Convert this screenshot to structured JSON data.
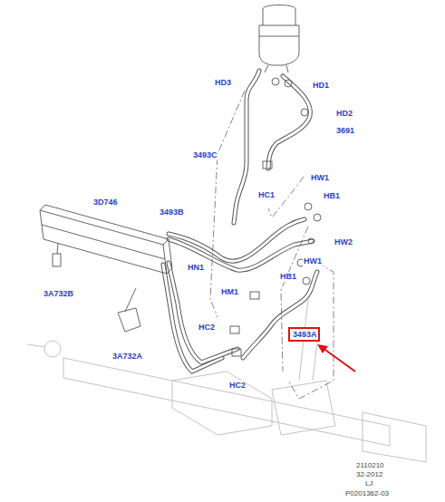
{
  "diagram": {
    "nodes": [
      {
        "text": [
          "3493A"
        ]
      }
    ],
    "labels": [
      "HD3",
      "HD1",
      "HD2",
      "3691",
      "3493C",
      "HC1",
      "HW1",
      "HB1",
      "3D746",
      "3493B",
      "HW2",
      "HN1",
      "HW1",
      "HB1",
      "HM1",
      "3A732B",
      "HC2",
      "3A732A",
      "HC2",
      "2110210",
      "32-2012",
      "LJ",
      "P0201362-03"
    ]
  }
}
